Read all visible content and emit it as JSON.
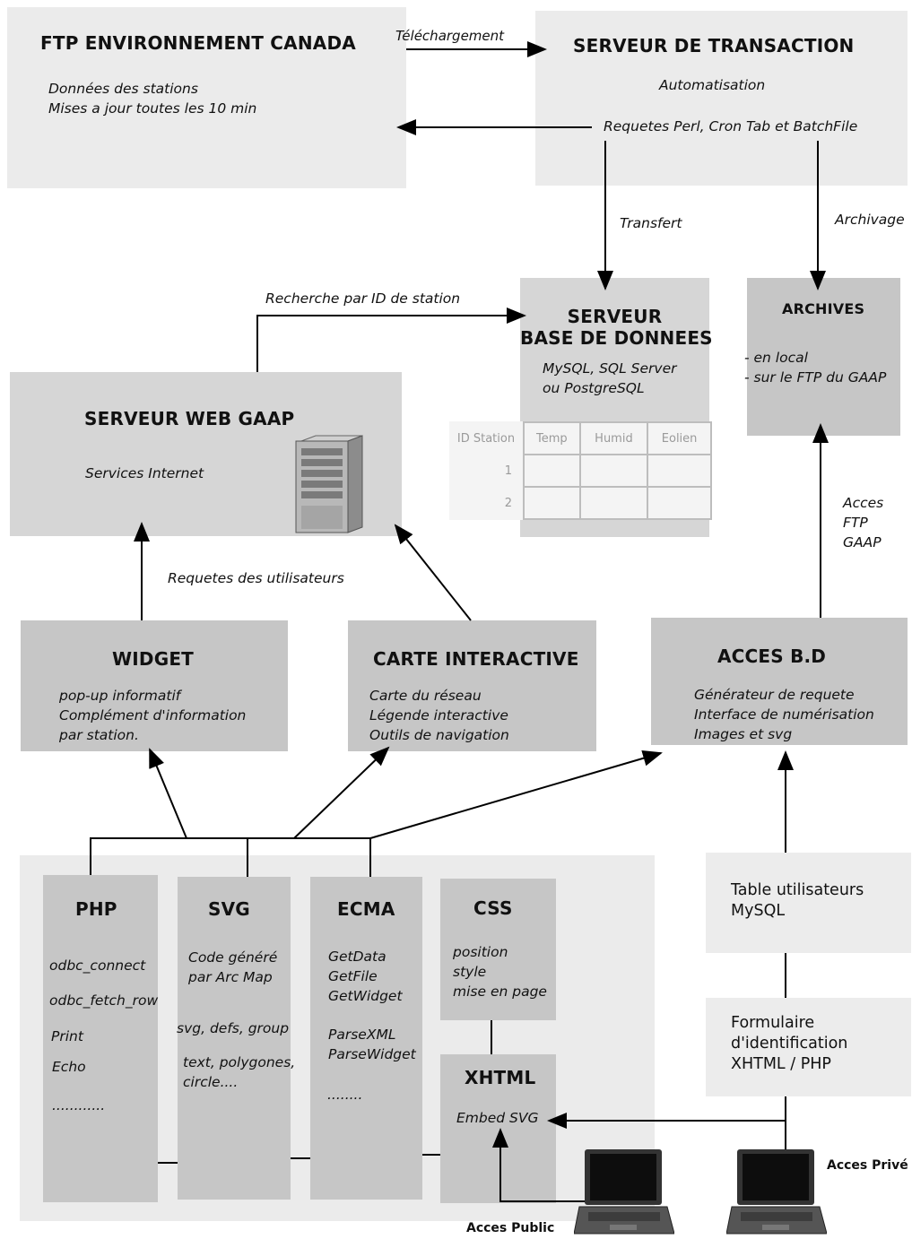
{
  "ftp": {
    "title": "FTP ENVIRONNEMENT CANADA",
    "lines": [
      "Données des stations",
      "Mises a jour toutes les 10 min"
    ]
  },
  "transaction": {
    "title": "SERVEUR DE TRANSACTION",
    "subtitle": "Automatisation",
    "detail": "Requetes Perl, Cron Tab et BatchFile"
  },
  "arrows": {
    "telechargement": "Téléchargement",
    "transfert": "Transfert",
    "archivage": "Archivage",
    "recherche": "Recherche par ID de station",
    "requetes_users": "Requetes des utilisateurs",
    "acces_ftp": [
      "Acces",
      "FTP",
      "GAAP"
    ]
  },
  "db_server": {
    "title_lines": [
      "SERVEUR",
      "BASE DE DONNEES"
    ],
    "lines": [
      "MySQL, SQL Server",
      "ou PostgreSQL"
    ]
  },
  "db_table": {
    "headers": [
      "ID Station",
      "Temp",
      "Humid",
      "Eolien"
    ],
    "rows": [
      "1",
      "2"
    ]
  },
  "archives": {
    "title": "ARCHIVES",
    "lines": [
      "- en local",
      "- sur le FTP du GAAP"
    ]
  },
  "web": {
    "title": "SERVEUR WEB GAAP",
    "subtitle": "Services Internet"
  },
  "widget": {
    "title": "WIDGET",
    "lines": [
      "pop-up informatif",
      "Complément d'information",
      "par station."
    ]
  },
  "carte": {
    "title": "CARTE INTERACTIVE",
    "lines": [
      "Carte du réseau",
      "Légende interactive",
      "Outils de navigation"
    ]
  },
  "acces_bd": {
    "title": "ACCES B.D",
    "lines": [
      "Générateur de requete",
      "Interface de numérisation",
      "Images et svg"
    ]
  },
  "php": {
    "title": "PHP",
    "items": [
      "odbc_connect",
      "odbc_fetch_row",
      "Print",
      "Echo",
      "............"
    ]
  },
  "svg": {
    "title": "SVG",
    "lines": [
      "Code généré",
      "par Arc Map",
      "svg, defs, group",
      "text, polygones,",
      "circle...."
    ]
  },
  "ecma": {
    "title": "ECMA",
    "lines": [
      "GetData",
      "GetFile",
      "GetWidget",
      "ParseXML",
      "ParseWidget",
      "........"
    ]
  },
  "css": {
    "title": "CSS",
    "lines": [
      "position",
      "style",
      "mise en page"
    ]
  },
  "xhtml": {
    "title": "XHTML",
    "detail": "Embed SVG"
  },
  "table_users": {
    "lines": [
      "Table utilisateurs",
      "MySQL"
    ]
  },
  "formulaire": {
    "lines": [
      "Formulaire",
      "d'identification",
      "XHTML / PHP"
    ]
  },
  "access": {
    "public": "Acces Public",
    "prive": "Acces Privé"
  }
}
